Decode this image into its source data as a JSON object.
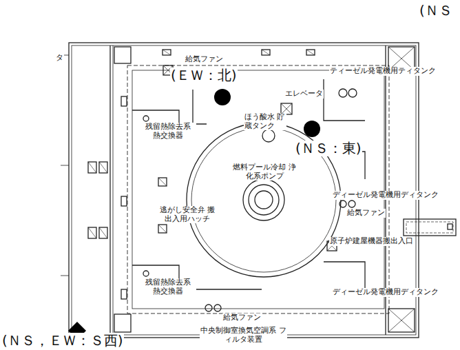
{
  "diagram": {
    "labels": [
      "(ＮＳ",
      "(ＥＷ：北)",
      "(ＮＳ：東)",
      "(ＮＳ，ＥＷ：Ｓ西)",
      "給気ファン",
      "ティーゼル発電機用ティタンク",
      "エレベータ",
      "ほう酸水 貯蔵タンク",
      "残留熱除去系 熱交換器",
      "燃料プール冷却 浄化系ポンプ",
      "逃がし安全弁 搬出入用ハッチ",
      "ディーゼル発電機用ディタンク",
      "給気ファン",
      "原子炉建屋機器搬出入口",
      "残留熱除去系 熱交換器",
      "ディーゼル発電機用ディタンク",
      "給気ファン",
      "中央制御室換気空調系 フィルタ装置",
      "タ"
    ]
  }
}
